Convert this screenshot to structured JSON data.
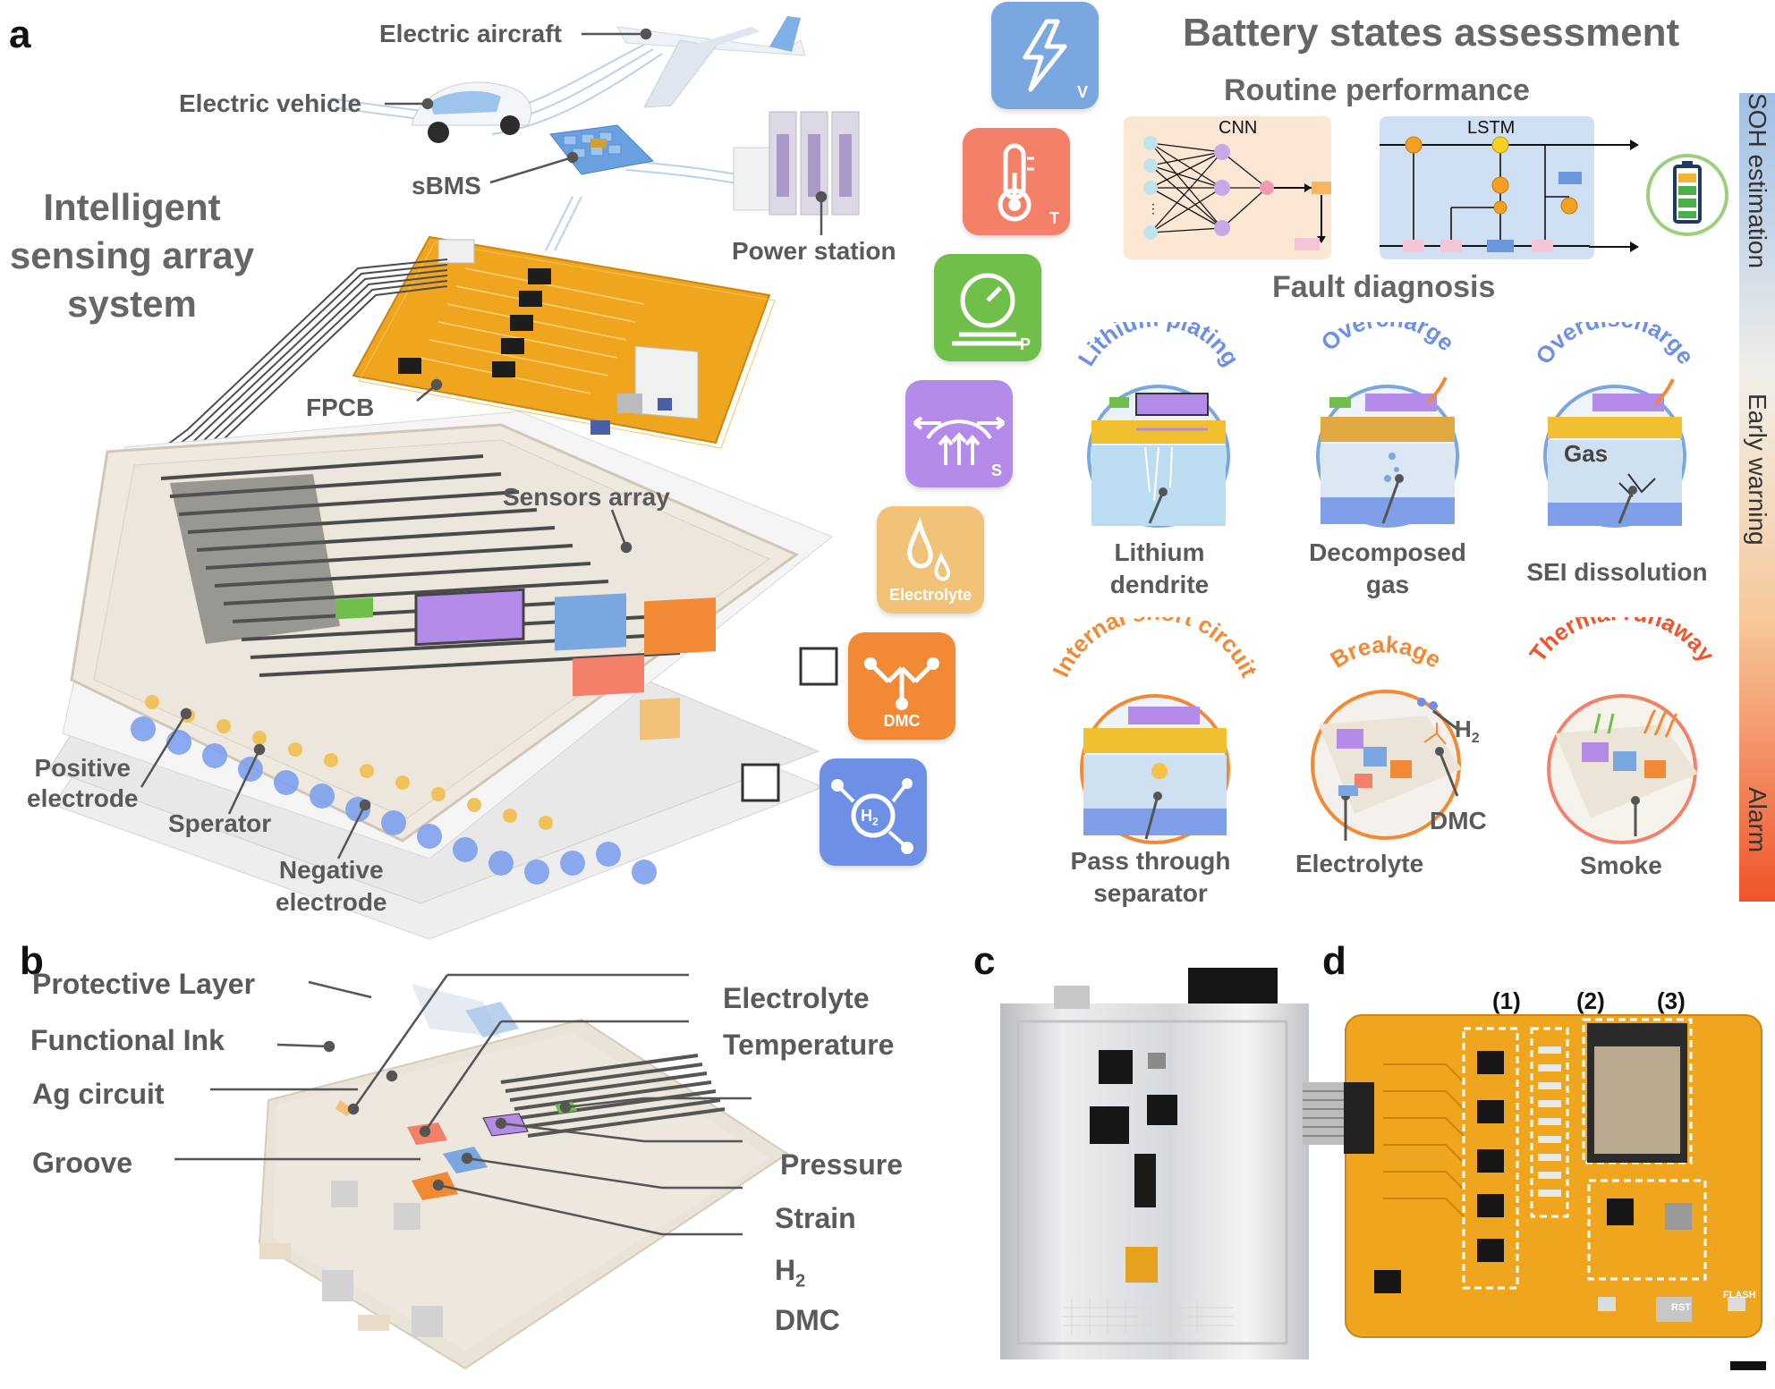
{
  "panels": {
    "a": "a",
    "b": "b",
    "c": "c",
    "d": "d"
  },
  "panel_a": {
    "system_title": [
      "Intelligent",
      "sensing array",
      "system"
    ],
    "applications": {
      "aircraft": "Electric aircraft",
      "vehicle": "Electric vehicle",
      "sbms": "sBMS",
      "power": "Power station",
      "fpcb": "FPCB"
    },
    "cell_labels": {
      "sensors": "Sensors array",
      "positive": [
        "Positive",
        "electrode"
      ],
      "separator": "Sperator",
      "negative": [
        "Negative",
        "electrode"
      ]
    },
    "sensor_tiles": {
      "voltage": "V",
      "temperature": "T",
      "pressure": "P",
      "strain": "S",
      "electrolyte": "Electrolyte",
      "dmc": "DMC",
      "h2": "H",
      "h2_sub": "2"
    },
    "assessment": {
      "title": "Battery states assessment",
      "routine": "Routine performance",
      "cnn": "CNN",
      "lstm": "LSTM",
      "fault": "Fault diagnosis",
      "sidebar": {
        "soh": "SOH estimation",
        "early": "Early warning",
        "alarm": "Alarm"
      }
    },
    "faults": [
      {
        "title": "Lithium plating",
        "caption": [
          "Lithium",
          "dendrite"
        ]
      },
      {
        "title": "Overcharge",
        "caption": [
          "Decomposed",
          "gas"
        ]
      },
      {
        "title": "Overdischarge",
        "caption": [
          "SEI dissolution"
        ],
        "inner": "Gas"
      },
      {
        "title": "Internal short circuit",
        "caption": [
          "Pass through",
          "separator"
        ]
      },
      {
        "title": "Breakage",
        "caption": [
          "Electrolyte"
        ],
        "extra1": "DMC",
        "extra2": "H",
        "extra2_sub": "2"
      },
      {
        "title": "Thermal runaway",
        "caption": [
          "Smoke"
        ]
      }
    ]
  },
  "panel_b": {
    "left": [
      "Protective Layer",
      "Functional Ink",
      "Ag circuit",
      "Groove"
    ],
    "right": [
      "Electrolyte",
      "Temperature",
      "Pressure",
      "Strain",
      "H",
      "DMC"
    ],
    "h2_sub": "2"
  },
  "panel_d": {
    "markers": [
      "(1)",
      "(2)",
      "(3)"
    ],
    "pins": {
      "rst": "RST",
      "flash": "FLASH"
    }
  },
  "colors": {
    "voltage": "#7aa7e0",
    "temperature": "#f5806a",
    "pressure": "#6fbf4a",
    "strain": "#b48be8",
    "electrolyte": "#f1c278",
    "dmc": "#f28a35",
    "h2": "#6d8fe6",
    "pcb": "#f0a51e",
    "cellbody": "#efe9df"
  }
}
